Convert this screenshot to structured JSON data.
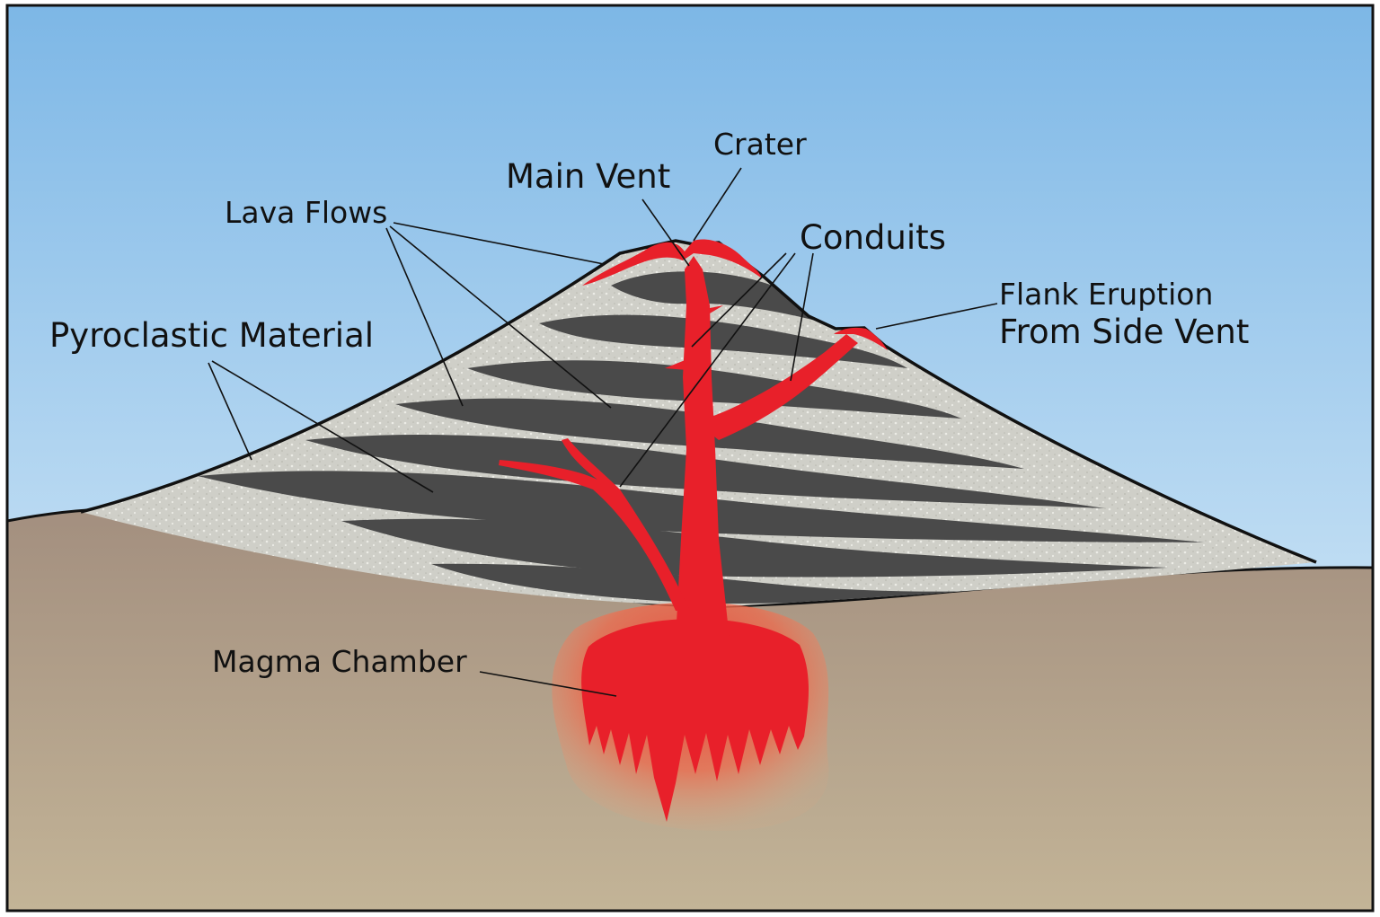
{
  "labels": {
    "crater": "Crater",
    "main_vent": "Main Vent",
    "lava_flows": "Lava Flows",
    "conduits": "Conduits",
    "flank_eruption_line1": "Flank Eruption",
    "flank_eruption_line2": "From Side Vent",
    "pyroclastic_material": "Pyroclastic Material",
    "magma_chamber": "Magma Chamber"
  },
  "colors": {
    "sky_top": "#7db7e6",
    "sky_bottom": "#e6f3fb",
    "ground_top": "#a38f7f",
    "ground_bottom": "#c3b497",
    "ash_layer": "#cfcfc8",
    "lava_layer": "#4a4a4a",
    "magma": "#e8202a",
    "outline": "#111111"
  }
}
